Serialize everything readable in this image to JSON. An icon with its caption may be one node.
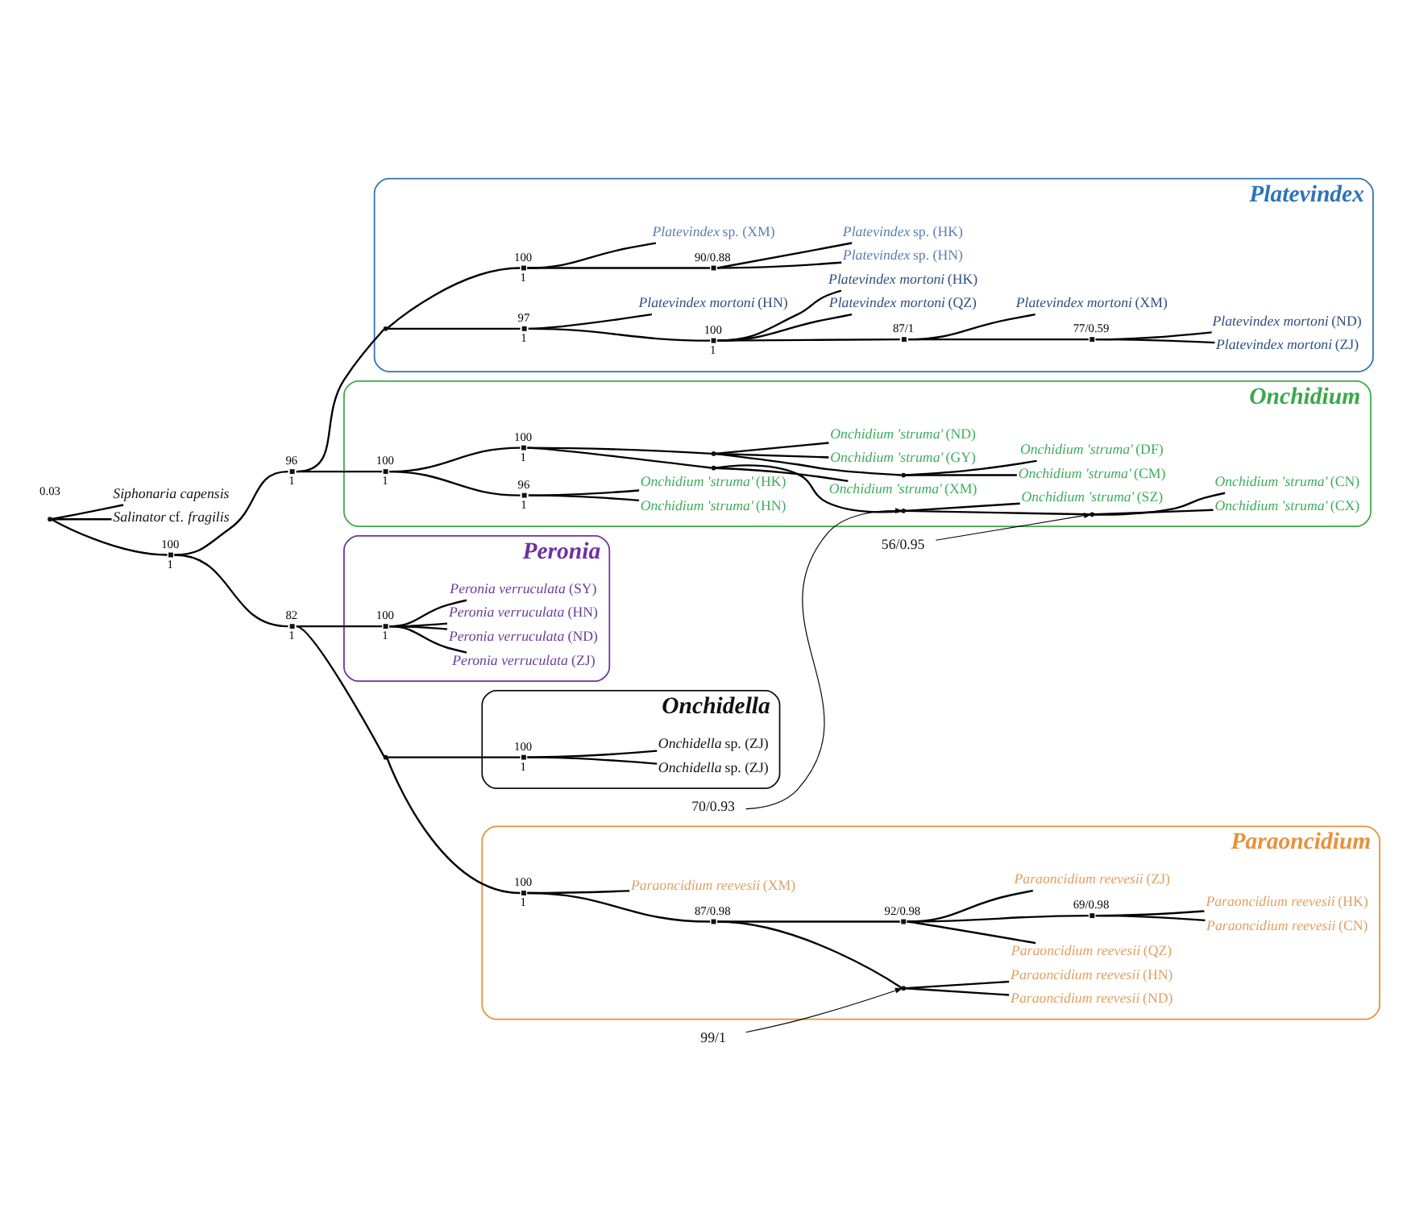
{
  "diagram": {
    "nodes": [
      {
        "text": [
          "*Siphonaria capensis*"
        ]
      },
      {
        "text": [
          "*Salinator* cf. *fragilis*"
        ]
      },
      {
        "text": [],
        "shape": "point"
      },
      {
        "text": [],
        "shape": "point",
        "beside": [
          "100",
          "1"
        ]
      },
      {
        "text": [],
        "shape": "point",
        "beside": [
          "96",
          "1"
        ]
      },
      {
        "text": [
          "Platevindex"
        ]
      },
      {
        "text": [],
        "shape": "point",
        "in": 5
      },
      {
        "text": [],
        "shape": "point",
        "in": 5,
        "beside": [
          "97",
          "1"
        ]
      },
      {
        "text": [],
        "shape": "point",
        "in": 5,
        "beside": [
          "100",
          "1"
        ]
      },
      {
        "text": [],
        "shape": "point",
        "in": 5,
        "beside": [
          "87/1"
        ]
      },
      {
        "text": [],
        "shape": "point",
        "in": 5,
        "beside": [
          "77/0.59"
        ]
      },
      {
        "text": [
          "*Platevindex mortoni* (ZJ)"
        ],
        "in": 5
      },
      {
        "text": [
          "*Platevindex mortoni* (ND)"
        ],
        "in": 5
      },
      {
        "text": [
          "*Platevindex mortoni* (XM)"
        ],
        "in": 5
      },
      {
        "text": [
          "*Platevindex mortoni* (QZ)"
        ],
        "in": 5
      },
      {
        "text": [
          "*Platevindex mortoni* (HK)"
        ],
        "in": 5
      },
      {
        "text": [
          "*Platevindex mortoni* (HN)"
        ],
        "in": 5
      },
      {
        "text": [],
        "shape": "point",
        "in": 5,
        "beside": [
          "100",
          "1"
        ]
      },
      {
        "text": [],
        "shape": "point",
        "in": 5,
        "beside": [
          "90/0.88"
        ]
      },
      {
        "text": [
          "*Platevindex* sp. (HN)"
        ],
        "in": 5
      },
      {
        "text": [
          "*Platevindex* sp. (HK)"
        ],
        "in": 5
      },
      {
        "text": [
          "*Platevindex* sp. (XM)"
        ],
        "in": 5
      },
      {
        "text": [
          "Onchidium"
        ]
      },
      {
        "text": [],
        "shape": "point",
        "in": 22,
        "beside": [
          "100",
          "1"
        ]
      },
      {
        "text": [],
        "shape": "point",
        "in": 22,
        "beside": [
          "96",
          "1"
        ]
      },
      {
        "text": [
          "*Onchidium 'struma'* (HN)"
        ],
        "in": 22
      },
      {
        "text": [
          "*Onchidium 'struma'* (HK)"
        ],
        "in": 22
      },
      {
        "text": [],
        "shape": "point",
        "in": 22,
        "beside": [
          "100",
          "1"
        ]
      },
      {
        "text": [],
        "shape": "point",
        "in": 22
      },
      {
        "text": [
          "*Onchidium 'struma'* (GY)"
        ],
        "in": 22
      },
      {
        "text": [
          "*Onchidium 'struma'* (ND)"
        ],
        "in": 22
      },
      {
        "text": [],
        "shape": "point",
        "in": 22
      },
      {
        "text": [
          "*Onchidium 'struma'* (CM)"
        ],
        "in": 22
      },
      {
        "text": [
          "*Onchidium 'struma'* (DF)"
        ],
        "in": 22
      },
      {
        "text": [],
        "shape": "point",
        "in": 22
      },
      {
        "text": [],
        "shape": "point",
        "in": 22
      },
      {
        "text": [],
        "shape": "point",
        "in": 22
      },
      {
        "text": [
          "*Onchidium 'struma'* (XM)"
        ],
        "in": 22
      },
      {
        "text": [
          "*Onchidium 'struma'* (CX)"
        ],
        "in": 22
      },
      {
        "text": [
          "*Onchidium 'struma'* (CN)"
        ],
        "in": 22
      },
      {
        "text": [
          "*Onchidium 'struma'* (SZ)"
        ],
        "in": 22
      },
      {
        "text": [
          "56/0.95"
        ]
      },
      {
        "text": [
          "70/0.93"
        ]
      },
      {
        "text": [],
        "shape": "point",
        "beside": [
          "82",
          "1"
        ]
      },
      {
        "text": [],
        "shape": "point"
      },
      {
        "text": [
          "Paraoncidium"
        ]
      },
      {
        "text": [],
        "shape": "point",
        "in": 45,
        "beside": [
          "100",
          "1"
        ]
      },
      {
        "text": [],
        "shape": "point",
        "in": 45,
        "beside": [
          "87/0.98"
        ]
      },
      {
        "text": [],
        "shape": "point",
        "in": 45,
        "beside": [
          "92/0.98"
        ]
      },
      {
        "text": [],
        "shape": "point",
        "in": 45,
        "beside": [
          "69/0.98"
        ]
      },
      {
        "text": [
          "*Paraoncidium reevesii* (ZJ)"
        ],
        "in": 45
      },
      {
        "text": [
          "*Paraoncidium reevesii* (CN)"
        ],
        "in": 45
      },
      {
        "text": [
          "*Paraoncidium reevesii* (HK)"
        ],
        "in": 45
      },
      {
        "text": [
          "*Paraoncidium reevesii* (QZ)"
        ],
        "in": 45
      },
      {
        "text": [],
        "shape": "point",
        "in": 45
      },
      {
        "text": [
          "*Paraoncidium reevesii* (ND)"
        ],
        "in": 45
      },
      {
        "text": [
          "*Paraoncidium reevesii* (HN)"
        ],
        "in": 45
      },
      {
        "text": [
          "*Paraoncidium reevesii* (XM)"
        ],
        "in": 45
      },
      {
        "text": [
          "99/1"
        ]
      },
      {
        "text": [
          "Onchidella"
        ]
      },
      {
        "text": [],
        "shape": "point",
        "in": 59,
        "beside": [
          "100",
          "1"
        ]
      },
      {
        "text": [
          "*Onchidella* sp. (ZJ)"
        ],
        "in": 59
      },
      {
        "text": [
          "*Onchidella* sp. (ZJ)"
        ],
        "in": 59
      },
      {
        "text": [
          "Peronia"
        ]
      },
      {
        "text": [],
        "shape": "point",
        "in": 63,
        "beside": [
          "100",
          "1"
        ]
      },
      {
        "text": [
          "*Peronia verruculata* (ZJ)"
        ],
        "in": 63
      },
      {
        "text": [
          "*Peronia verruculata* (ND)"
        ],
        "in": 63
      },
      {
        "text": [
          "*Peronia verruculata* (HN)"
        ],
        "in": 63
      },
      {
        "text": [
          "*Peronia verruculata* (SY)"
        ],
        "in": 63
      }
    ],
    "edges": [
      {
        "from": 2,
        "to": 0,
        "arrow": "none"
      },
      {
        "from": 2,
        "to": 1,
        "arrow": "none"
      },
      {
        "from": 2,
        "to": 3,
        "arrow": "none"
      },
      {
        "from": 3,
        "to": 4,
        "arrow": "none"
      },
      {
        "from": 3,
        "to": 43,
        "arrow": "none"
      },
      {
        "from": 4,
        "to": 6,
        "arrow": "none"
      },
      {
        "from": 4,
        "to": 23,
        "arrow": "none"
      },
      {
        "from": 6,
        "to": 7,
        "arrow": "none"
      },
      {
        "from": 6,
        "to": 17,
        "arrow": "none"
      },
      {
        "from": 7,
        "to": 8,
        "arrow": "none"
      },
      {
        "from": 7,
        "to": 16,
        "arrow": "none"
      },
      {
        "from": 8,
        "to": 9,
        "arrow": "none"
      },
      {
        "from": 8,
        "to": 14,
        "arrow": "none"
      },
      {
        "from": 8,
        "to": 15,
        "arrow": "none"
      },
      {
        "from": 9,
        "to": 10,
        "arrow": "none"
      },
      {
        "from": 9,
        "to": 13,
        "arrow": "none"
      },
      {
        "from": 10,
        "to": 11,
        "arrow": "none"
      },
      {
        "from": 10,
        "to": 12,
        "arrow": "none"
      },
      {
        "from": 17,
        "to": 18,
        "arrow": "none"
      },
      {
        "from": 17,
        "to": 21,
        "arrow": "none"
      },
      {
        "from": 18,
        "to": 19,
        "arrow": "none"
      },
      {
        "from": 18,
        "to": 20,
        "arrow": "none"
      },
      {
        "from": 23,
        "to": 24,
        "arrow": "none"
      },
      {
        "from": 23,
        "to": 27,
        "arrow": "none"
      },
      {
        "from": 24,
        "to": 25,
        "arrow": "none"
      },
      {
        "from": 24,
        "to": 26,
        "arrow": "none"
      },
      {
        "from": 27,
        "to": 28,
        "arrow": "none"
      },
      {
        "from": 27,
        "to": 34,
        "arrow": "none"
      },
      {
        "from": 28,
        "to": 29,
        "arrow": "none"
      },
      {
        "from": 28,
        "to": 30,
        "arrow": "none"
      },
      {
        "from": 28,
        "to": 31,
        "arrow": "none"
      },
      {
        "from": 31,
        "to": 32,
        "arrow": "none"
      },
      {
        "from": 31,
        "to": 33,
        "arrow": "none"
      },
      {
        "from": 34,
        "to": 37,
        "arrow": "none"
      },
      {
        "from": 34,
        "to": 36,
        "arrow": "none"
      },
      {
        "from": 36,
        "to": 35,
        "arrow": "none"
      },
      {
        "from": 36,
        "to": 40,
        "arrow": "none"
      },
      {
        "from": 35,
        "to": 38,
        "arrow": "none"
      },
      {
        "from": 35,
        "to": 39,
        "arrow": "none"
      },
      {
        "from": 41,
        "to": 35,
        "arrow": "to"
      },
      {
        "from": 42,
        "to": 36,
        "arrow": "to"
      },
      {
        "from": 43,
        "to": 44,
        "arrow": "none"
      },
      {
        "from": 43,
        "to": 64,
        "arrow": "none"
      },
      {
        "from": 44,
        "to": 46,
        "arrow": "none"
      },
      {
        "from": 44,
        "to": 60,
        "arrow": "none"
      },
      {
        "from": 46,
        "to": 47,
        "arrow": "none"
      },
      {
        "from": 46,
        "to": 57,
        "arrow": "none"
      },
      {
        "from": 47,
        "to": 48,
        "arrow": "none"
      },
      {
        "from": 47,
        "to": 54,
        "arrow": "none"
      },
      {
        "from": 48,
        "to": 50,
        "arrow": "none"
      },
      {
        "from": 48,
        "to": 49,
        "arrow": "none"
      },
      {
        "from": 48,
        "to": 53,
        "arrow": "none"
      },
      {
        "from": 49,
        "to": 51,
        "arrow": "none"
      },
      {
        "from": 49,
        "to": 52,
        "arrow": "none"
      },
      {
        "from": 54,
        "to": 55,
        "arrow": "none"
      },
      {
        "from": 54,
        "to": 56,
        "arrow": "none"
      },
      {
        "from": 58,
        "to": 54,
        "arrow": "to"
      },
      {
        "from": 60,
        "to": 61,
        "arrow": "none"
      },
      {
        "from": 60,
        "to": 62,
        "arrow": "none"
      },
      {
        "from": 64,
        "to": 65,
        "arrow": "none"
      },
      {
        "from": 64,
        "to": 66,
        "arrow": "none"
      },
      {
        "from": 64,
        "to": 67,
        "arrow": "none"
      },
      {
        "from": 64,
        "to": 68,
        "arrow": "none"
      }
    ],
    "labels": [
      "0.03"
    ]
  }
}
